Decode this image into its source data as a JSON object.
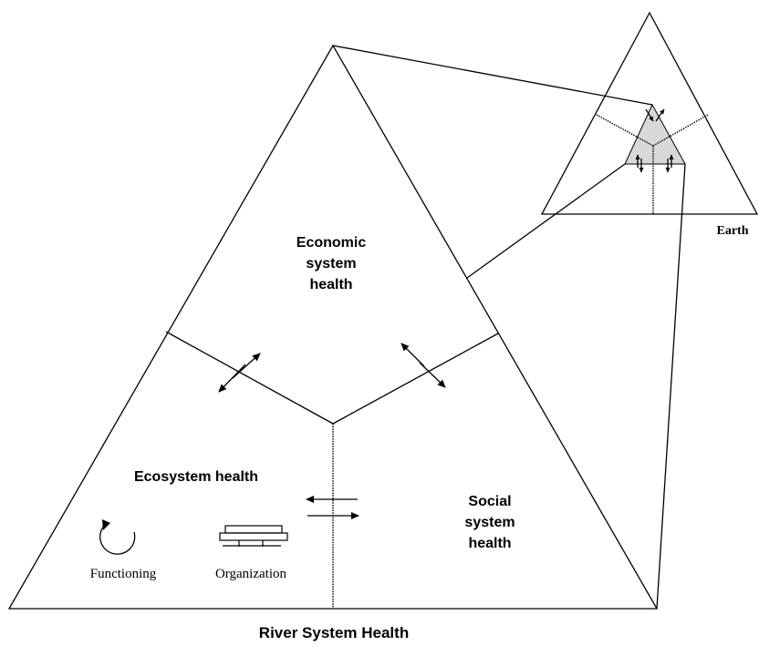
{
  "diagram": {
    "main_triangle": {
      "title": "River System Health",
      "sectors": {
        "economic": [
          "Economic",
          "system",
          "health"
        ],
        "social": [
          "Social",
          "system",
          "health"
        ],
        "ecosystem": "Ecosystem health"
      },
      "legend": {
        "functioning": "Functioning",
        "organization": "Organization"
      }
    },
    "small_triangle": {
      "label": "Earth"
    }
  }
}
